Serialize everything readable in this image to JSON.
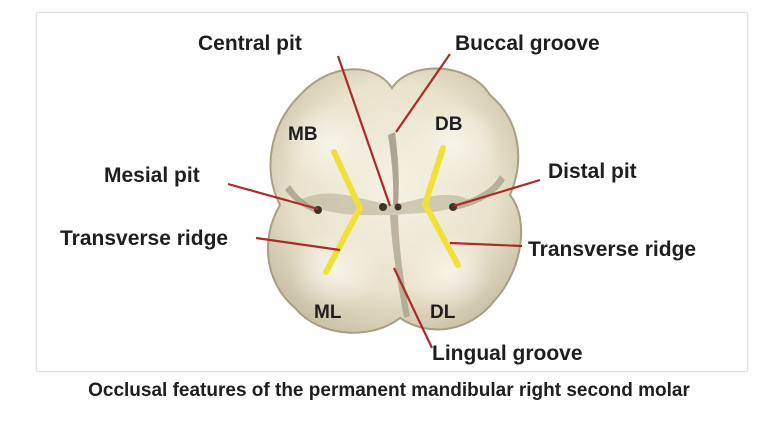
{
  "colors": {
    "tooth_fill": "#ebe6d3",
    "tooth_shadow": "#b9b299",
    "groove": "#6e6650",
    "leader_line": "#b02828",
    "ridge_highlight": "#f2e03a",
    "text": "#1e1e1e"
  },
  "labels": {
    "central_pit": "Central pit",
    "buccal_groove": "Buccal groove",
    "mesial_pit": "Mesial pit",
    "distal_pit": "Distal pit",
    "transverse_ridge_left": "Transverse ridge",
    "transverse_ridge_right": "Transverse ridge",
    "lingual_groove": "Lingual groove"
  },
  "cusps": {
    "mb": "MB",
    "db": "DB",
    "ml": "ML",
    "dl": "DL"
  },
  "caption": "Occlusal features of the permanent mandibular right second molar"
}
